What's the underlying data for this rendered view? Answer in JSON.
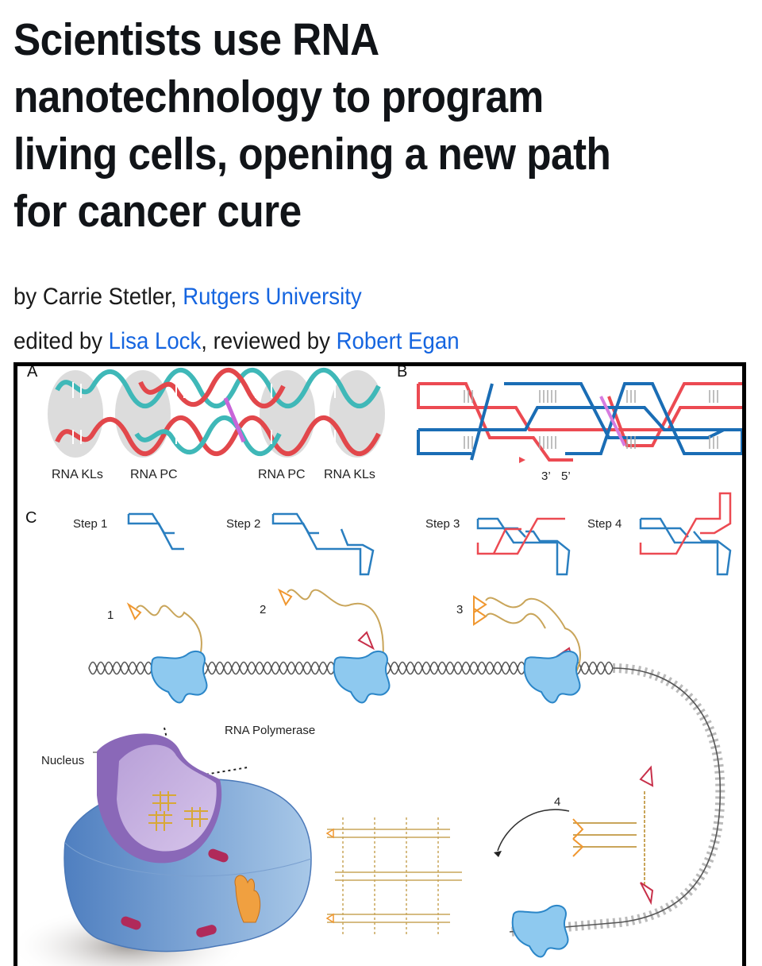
{
  "article": {
    "headline_lines": [
      "Scientists use RNA",
      "nanotechnology to program",
      "living cells, opening a new path",
      "for cancer cure"
    ],
    "byline": {
      "prefix": "by ",
      "author": "Carrie Stetler",
      "separator": ", ",
      "institution": "Rutgers University"
    },
    "credits": {
      "edited_prefix": "edited by ",
      "editor": "Lisa Lock",
      "reviewed_prefix": ", reviewed by ",
      "reviewer": "Robert Egan"
    },
    "link_color": "#1565e0"
  },
  "figure": {
    "panel_a": {
      "letter": "A",
      "labels": [
        "RNA KLs",
        "RNA PC",
        "RNA PC",
        "RNA KLs"
      ],
      "colors": {
        "strand_1": "#e2474b",
        "strand_2": "#3fb8b8",
        "crossover": "#c865d8"
      }
    },
    "panel_b": {
      "letter": "B",
      "end_labels": [
        "3’",
        "5’"
      ],
      "colors": {
        "red_strand": "#ec4a52",
        "blue_strand": "#1a6db5",
        "crossover": "#d67ce0"
      }
    },
    "panel_c": {
      "letter": "C",
      "steps": [
        "Step 1",
        "Step 2",
        "Step 3",
        "Step 4"
      ],
      "stage_numbers": [
        "1",
        "2",
        "3",
        "4"
      ],
      "labels": {
        "polymerase": "RNA Polymerase",
        "nucleus": "Nucleus"
      },
      "colors": {
        "rna": "#c9a55a",
        "rna_end": "#f0972f",
        "loop": "#c8304a",
        "polymerase": "#8ec9ef",
        "polymerase_edge": "#2b86c8",
        "cell": "#5d8fcc",
        "nucleus": "#a98ac8"
      }
    }
  }
}
